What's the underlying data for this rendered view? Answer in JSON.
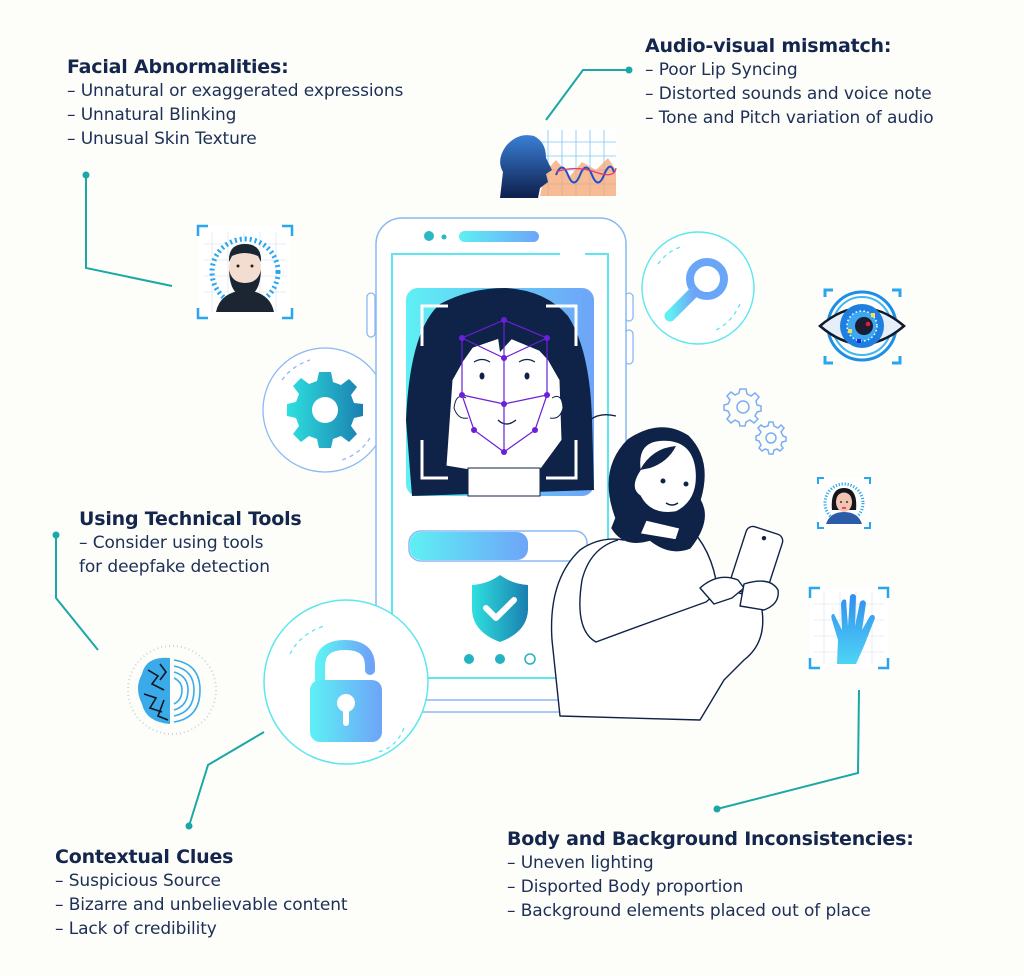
{
  "sections": {
    "facial": {
      "title": "Facial Abnormalities:",
      "items": [
        "Unnatural or exaggerated expressions",
        "Unnatural Blinking",
        "Unusual Skin Texture"
      ]
    },
    "audio": {
      "title": "Audio-visual mismatch:",
      "items": [
        "Poor Lip Syncing",
        "Distorted  sounds and voice note",
        "Tone and Pitch variation of audio"
      ]
    },
    "tools": {
      "title": "Using Technical Tools",
      "items": [
        "Consider using tools",
        "for deepfake detection"
      ]
    },
    "context": {
      "title": "Contextual Clues",
      "items": [
        "Suspicious Source",
        "Bizarre and unbelievable content",
        "Lack of credibility"
      ]
    },
    "body": {
      "title": "Body and Background Inconsistencies:",
      "items": [
        "Uneven lighting",
        "Disported Body proportion",
        "Background elements placed out of place"
      ]
    }
  },
  "icons": [
    "bearded-face-scan-icon",
    "audio-waveform-head-icon",
    "magnifier-icon",
    "eye-scan-icon",
    "gear-icon",
    "small-gears-icon",
    "woman-face-scan-icon",
    "hand-scan-icon",
    "brain-fingerprint-icon",
    "unlocked-padlock-icon",
    "shield-check-icon"
  ],
  "phone": {
    "progress_percent": 65,
    "dots": [
      true,
      true,
      false
    ]
  },
  "colors": {
    "text": "#14264d",
    "connector": "#1aa8a6",
    "accent_cyan": "#5ee6f0",
    "accent_blue": "#6aa6f8",
    "navy": "#0f2247",
    "face_mesh": "#6a1fd9",
    "background": "#fdfdf9"
  }
}
